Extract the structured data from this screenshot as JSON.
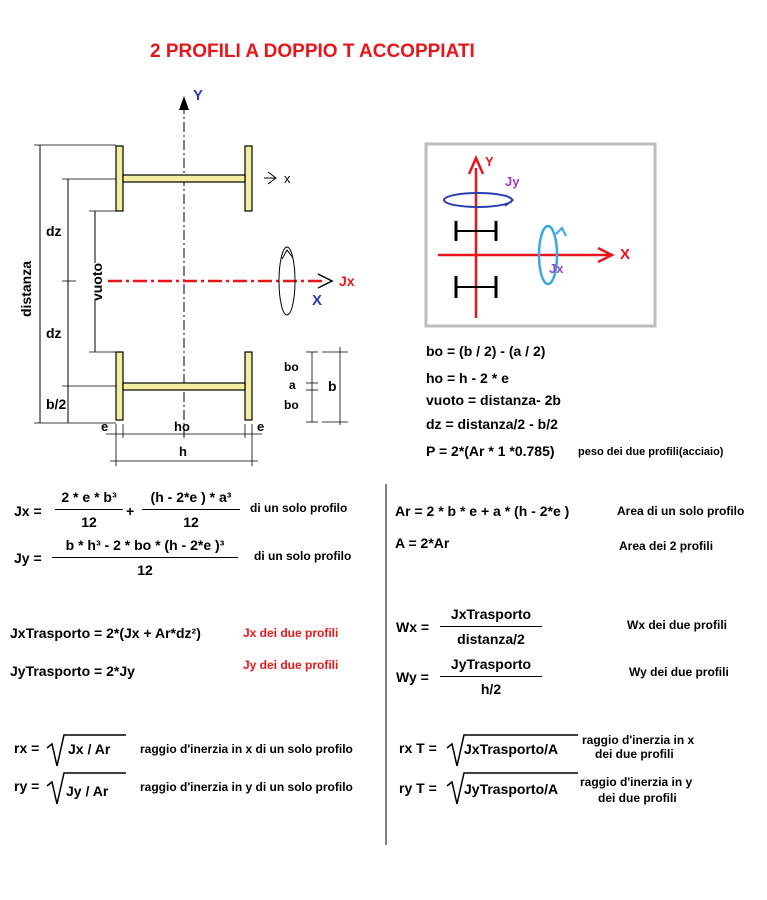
{
  "title": "2 PROFILI A DOPPIO T   ACCOPPIATI",
  "diagram_main": {
    "axis_y": "Y",
    "axis_x_small": "x",
    "axis_x": "X",
    "jx": "Jx",
    "distanza": "distanza",
    "vuoto": "vuoto",
    "dz_top": "dz",
    "dz_bottom": "dz",
    "b_half": "b/2",
    "e_left": "e",
    "e_right": "e",
    "ho": "ho",
    "h": "h"
  },
  "diagram_section": {
    "bo_top": "bo",
    "a": "a",
    "bo_bottom": "bo",
    "b": "b"
  },
  "diagram_box": {
    "axis_y": "Y",
    "jy": "Jy",
    "axis_x": "X",
    "jx": "Jx"
  },
  "definitions": [
    "bo = (b / 2) - (a / 2)",
    "ho = h - 2 * e",
    "vuoto = distanza- 2b",
    "dz  = distanza/2 - b/2",
    "P = 2*(Ar * 1 *0.785)"
  ],
  "weight_note": "peso dei due profili(acciaio)",
  "formulas_left": {
    "jx": {
      "label": "Jx =",
      "frac1_num": "2 * e * b³",
      "frac1_den": "12",
      "plus": "+",
      "frac2_num": "(h - 2*e ) * a³",
      "frac2_den": "12",
      "note": "di un solo profilo"
    },
    "jy": {
      "label": "Jy =",
      "num": "b * h³ - 2 * bo * (h - 2*e )³",
      "den": "12",
      "note": "di un solo profilo"
    },
    "jx_trasporto": {
      "text": "JxTrasporto = 2*(Jx + Ar*dz²)",
      "note": "Jx dei due profili"
    },
    "jy_trasporto": {
      "text": "JyTrasporto = 2*Jy",
      "note": "Jy dei due profili"
    },
    "rx": {
      "label": "rx =",
      "radicand": "Jx / Ar",
      "note": "raggio d'inerzia in x di un solo profilo"
    },
    "ry": {
      "label": "ry =",
      "radicand": "Jy / Ar",
      "note": "raggio d'inerzia in y di un solo profilo"
    }
  },
  "formulas_right": {
    "ar": {
      "text": "Ar =  2 * b * e  +  a * (h -  2*e )",
      "note": "Area di un solo profilo"
    },
    "a": {
      "text": "A = 2*Ar",
      "note": "Area dei 2 profili"
    },
    "wx": {
      "label": "Wx =",
      "num": "JxTrasporto",
      "den": "distanza/2",
      "note": "Wx dei due profili"
    },
    "wy": {
      "label": "Wy =",
      "num": "JyTrasporto",
      "den": "h/2",
      "note": "Wy dei due profili"
    },
    "rxt": {
      "label": "rx T =",
      "radicand": "JxTrasporto/A",
      "note_line1": "raggio d'inerzia in x",
      "note_line2": "dei due profili"
    },
    "ryt": {
      "label": "ry T =",
      "radicand": "JyTrasporto/A",
      "note_line1": "raggio d'inerzia in y",
      "note_line2": "dei due profili"
    }
  },
  "colors": {
    "title": "#e8161b",
    "axis_red": "#e8161b",
    "axis_blue": "#2b3fb0",
    "beam_fill": "#f1eea0",
    "jy_purple": "#9b3fc8",
    "jx_cyan": "#3aa8e0"
  }
}
